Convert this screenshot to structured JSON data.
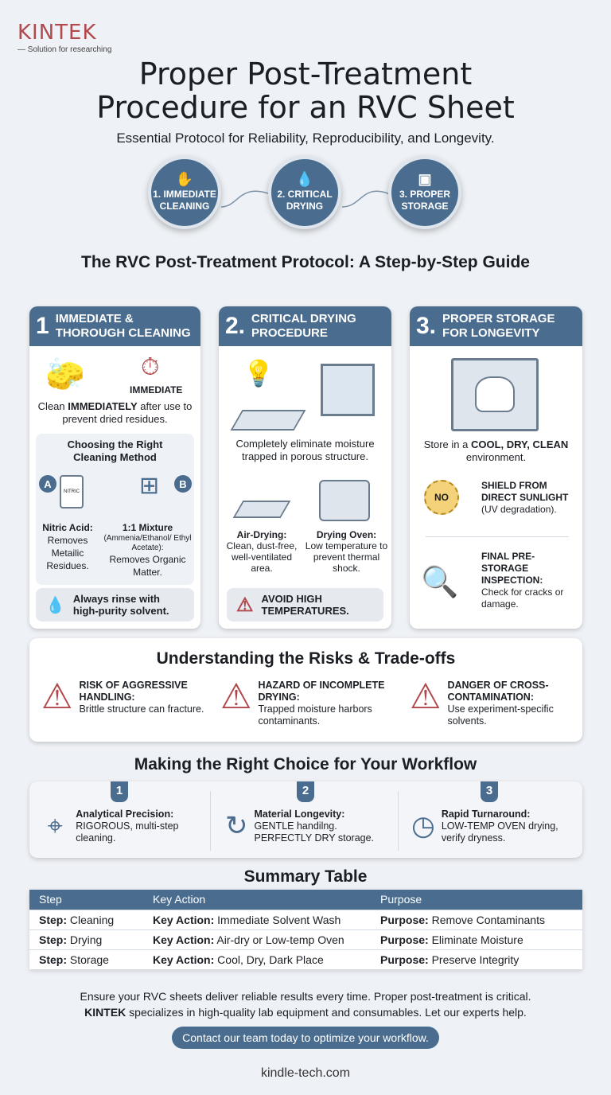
{
  "brand": {
    "logo": "KINTEK",
    "tagline": "— Solution for researching",
    "color": "#b0484c"
  },
  "header": {
    "title_line1": "Proper Post-Treatment",
    "title_line2": "Procedure for an RVC Sheet",
    "subtitle": "Essential Protocol for Reliability, Reproducibility, and Longevity."
  },
  "steps_overview": [
    {
      "icon": "hand-cleaning-icon",
      "line1": "1. IMMEDIATE",
      "line2": "CLEANING"
    },
    {
      "icon": "droplet-icon",
      "line1": "2. CRITICAL",
      "line2": "DRYING"
    },
    {
      "icon": "storage-box-icon",
      "line1": "3. PROPER",
      "line2": "STORAGE"
    }
  ],
  "protocol_heading": "The RVC Post-Treatment Protocol: A Step-by-Step Guide",
  "cards": {
    "cleaning": {
      "num": "1",
      "title1": "IMMEDIATE &",
      "title2": "THOROUGH CLEANING",
      "timer_label": "IMMEDIATE",
      "desc_pre": "Clean ",
      "desc_bold": "IMMEDIATELY",
      "desc_post": " after use to prevent dried residues.",
      "method_heading": "Choosing the Right Cleaning Method",
      "option_a": {
        "badge": "A",
        "bottle_label": "NITRIC",
        "name": "Nitric Acid:",
        "desc": "Removes Metailic Residues."
      },
      "option_b": {
        "badge": "B",
        "name": "1:1 Mixture",
        "detail": "(Ammenia/Ethanol/ Ethyl Acetate):",
        "desc": "Removes Organic Matter."
      },
      "note": "Always rinse with high-purity solvent."
    },
    "drying": {
      "num": "2.",
      "title1": "CRITICAL DRYING",
      "title2": "PROCEDURE",
      "desc": "Completely eliminate moisture trapped in porous structure.",
      "air": {
        "name": "Air-Drying:",
        "desc": "Clean, dust-free, well-ventilated area."
      },
      "oven": {
        "name": "Drying Oven:",
        "desc": "Low temperature to prevent thermal shock."
      },
      "note": "AVOID HIGH TEMPERATURES."
    },
    "storage": {
      "num": "3.",
      "title1": "PROPER STORAGE",
      "title2": "FOR LONGEVITY",
      "desc_pre": "Store in a ",
      "desc_bold": "COOL, DRY, CLEAN",
      "desc_post": " environment.",
      "sun_label": "NO",
      "sun_title": "SHIELD FROM DIRECT SUNLIGHT",
      "sun_desc": "(UV degradation).",
      "inspect_title": "FINAL PRE-STORAGE INSPECTION:",
      "inspect_desc": "Check for cracks or damage."
    }
  },
  "risks": {
    "heading": "Understanding the Risks & Trade-offs",
    "items": [
      {
        "title": "RISK OF AGGRESSIVE HANDLING:",
        "desc": "Brittle structure can fracture."
      },
      {
        "title": "HAZARD OF INCOMPLETE DRYING:",
        "desc": "Trapped moisture harbors contaminants."
      },
      {
        "title": "DANGER OF CROSS-CONTAMINATION:",
        "desc": "Use experiment-specific solvents."
      }
    ]
  },
  "workflow": {
    "heading": "Making the Right Choice for Your Workflow",
    "items": [
      {
        "num": "1",
        "title": "Analytical Precision:",
        "desc": "RIGOROUS, multi-step cleaning."
      },
      {
        "num": "2",
        "title": "Material Longevity:",
        "desc": "GENTLE handilng. PERFECTLY DRY storage."
      },
      {
        "num": "3",
        "title": "Rapid Turnaround:",
        "desc": "LOW-TEMP OVEN drying, verify dryness."
      }
    ]
  },
  "summary": {
    "heading": "Summary Table",
    "columns": [
      "Step",
      "Key Action",
      "Purpose"
    ],
    "rows": [
      {
        "step": "Cleaning",
        "action": "Immediate Solvent Wash",
        "purpose": "Remove Contaminants"
      },
      {
        "step": "Drying",
        "action": "Air-dry or Low-temp Oven",
        "purpose": "Eliminate Moisture"
      },
      {
        "step": "Storage",
        "action": "Cool, Dry, Dark Place",
        "purpose": "Preserve Integrity"
      }
    ],
    "step_prefix": "Step:",
    "action_prefix": "Key Action:",
    "purpose_prefix": "Purpose:"
  },
  "footer": {
    "line1": "Ensure your RVC sheets deliver reliable results every time. Proper post-treatment is critical.",
    "line2_bold": "KINTEK",
    "line2": " specializes in high-quality lab equipment and consumables. Let our experts help.",
    "cta": "Contact our team today to optimize your workflow.",
    "url": "kindle-tech.com"
  },
  "colors": {
    "primary": "#4a6d8f",
    "background": "#eef1f5",
    "warning": "#b0484c"
  }
}
